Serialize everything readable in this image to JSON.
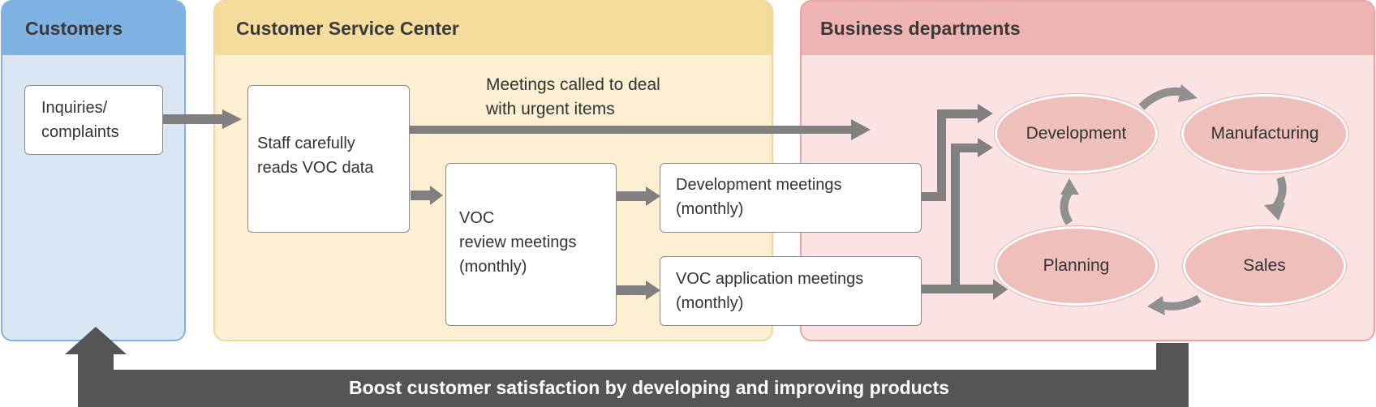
{
  "panels": {
    "customers": {
      "title": "Customers"
    },
    "service_center": {
      "title": "Customer Service Center"
    },
    "business": {
      "title": "Business departments"
    }
  },
  "boxes": {
    "inquiries": "Inquiries/\ncomplaints",
    "staff": "Staff carefully\nreads VOC data",
    "review": "VOC\nreview meetings\n(monthly)",
    "dev_meetings": "Development meetings\n(monthly)",
    "app_meetings": "VOC application meetings\n(monthly)"
  },
  "urgent_label": "Meetings called to deal\nwith urgent items",
  "cycle": {
    "development": "Development",
    "manufacturing": "Manufacturing",
    "sales": "Sales",
    "planning": "Planning"
  },
  "feedback_label": "Boost customer satisfaction by developing and improving products",
  "colors": {
    "customers": "#7fb2e3",
    "service_center": "#f5dc9d",
    "business": "#eeb3b3",
    "arrow": "#808080",
    "feedback_arrow": "#555555"
  }
}
